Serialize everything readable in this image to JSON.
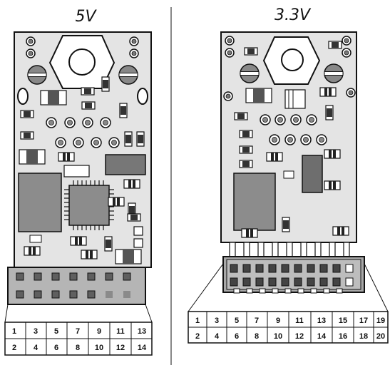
{
  "left_board": {
    "title": "5V",
    "header_top_row": [
      "1",
      "3",
      "5",
      "7",
      "9",
      "11",
      "13"
    ],
    "header_bottom_row": [
      "2",
      "4",
      "6",
      "8",
      "10",
      "12",
      "14"
    ]
  },
  "right_board": {
    "title": "3.3V",
    "header_top_row": [
      "1",
      "3",
      "5",
      "7",
      "9",
      "11",
      "13",
      "15",
      "17",
      "19"
    ],
    "header_bottom_row": [
      "2",
      "4",
      "6",
      "8",
      "10",
      "12",
      "14",
      "16",
      "18",
      "20"
    ]
  },
  "colors": {
    "board": "#e4e4e4",
    "outline": "#1a1a1a",
    "chip": "#8c8c8c",
    "pad": "#777777"
  }
}
